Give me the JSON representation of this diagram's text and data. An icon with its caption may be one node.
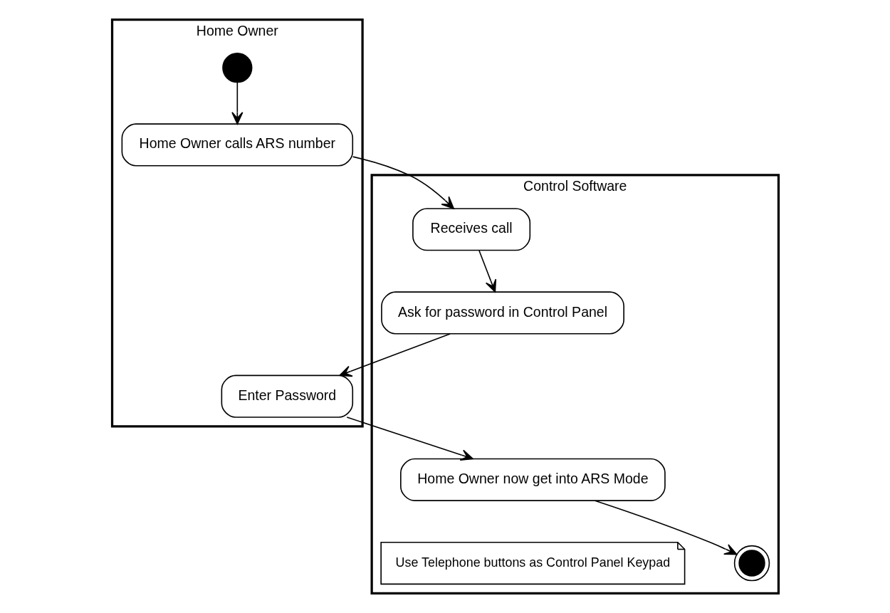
{
  "diagram": {
    "nodes": [
      {
        "text": [
          "Home Owner"
        ]
      },
      {
        "text": [
          "Control Software"
        ]
      },
      {
        "text": [],
        "shape": "circle",
        "in": 0
      },
      {
        "text": [
          "Home Owner calls ARS number"
        ],
        "in": 0
      },
      {
        "text": [
          "Receives call"
        ],
        "in": 1
      },
      {
        "text": [
          "Ask for password in Control Panel"
        ],
        "in": 1
      },
      {
        "text": [
          "Enter Password"
        ],
        "in": 0
      },
      {
        "text": [
          "Home Owner now get into ARS Mode"
        ],
        "in": 1
      },
      {
        "text": [
          "Use Telephone buttons as Control Panel Keypad"
        ],
        "in": 1
      },
      {
        "text": [],
        "shape": "bullseye",
        "in": 1
      }
    ],
    "edges": [
      {
        "from": 2,
        "to": 3,
        "arrow": "to"
      },
      {
        "from": 3,
        "to": 4,
        "arrow": "to"
      },
      {
        "from": 4,
        "to": 5,
        "arrow": "to"
      },
      {
        "from": 5,
        "to": 6,
        "arrow": "to"
      },
      {
        "from": 6,
        "to": 7,
        "arrow": "to"
      },
      {
        "from": 7,
        "to": 9,
        "arrow": "to"
      }
    ]
  }
}
